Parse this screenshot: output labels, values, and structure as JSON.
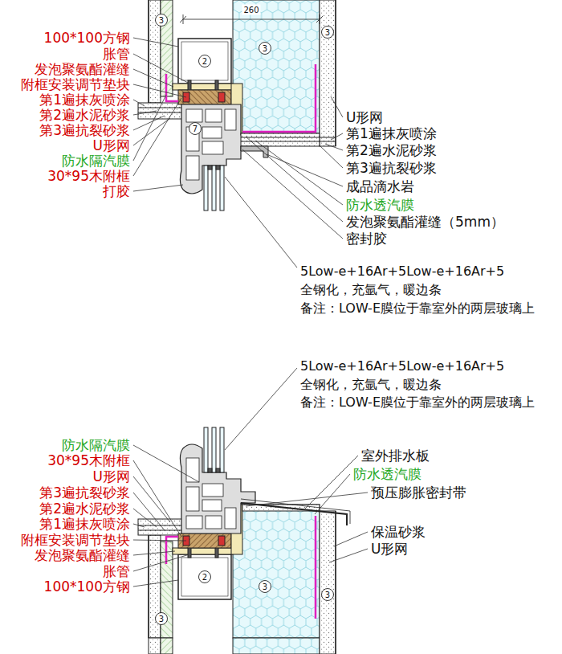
{
  "diagram": {
    "labels": [
      "260",
      "100*100方钢",
      "胀管",
      "发泡聚氨酯灌缝",
      "附框安装调节垫块",
      "第1遍抹灰喷涂",
      "第2遍水泥砂浆",
      "第3遍抗裂砂浆",
      "U形网",
      "防水隔汽膜",
      "30*95木附框",
      "打胶",
      "U形网",
      "第1遍抹灰喷涂",
      "第2遍水泥砂浆",
      "第3遍抗裂砂浆",
      "成品滴水岩",
      "防水透汽膜",
      "发泡聚氨酯灌缝（5mm）",
      "密封胶",
      "5Low-e+16Ar+5Low-e+16Ar+5",
      "全钢化，充氩气，暖边条",
      "备注：LOW-E膜位于靠室外的两层玻璃上",
      "5Low-e+16Ar+5Low-e+16Ar+5",
      "全钢化，充氩气，暖边条",
      "备注：LOW-E膜位于靠室外的两层玻璃上",
      "防水隔汽膜",
      "30*95木附框",
      "U形网",
      "第3遍抗裂砂浆",
      "第2遍水泥砂浆",
      "第1遍抹灰喷涂",
      "附框安装调节垫块",
      "发泡聚氨酯灌缝",
      "胀管",
      "100*100方钢",
      "室外排水板",
      "防水透汽膜",
      "预压膨胀密封带",
      "保温砂浆",
      "U形网",
      "3",
      "2",
      "3",
      "3",
      "7",
      "3",
      "2",
      "3",
      "3"
    ]
  }
}
